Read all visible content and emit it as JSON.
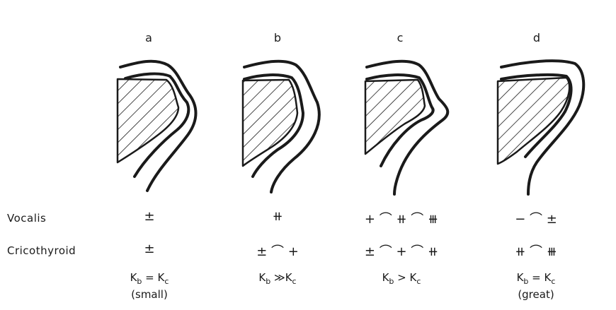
{
  "panels": [
    {
      "letter": "a",
      "vocalis": "±",
      "cricothyroid": "±",
      "relation_main": "= K",
      "relation_sub": "(small)"
    },
    {
      "letter": "b",
      "vocalis": "⧺",
      "cricothyroid": "± ⌒ +",
      "relation_main": "≫K",
      "relation_sub": ""
    },
    {
      "letter": "c",
      "vocalis": "+ ⌒ ⧺ ⌒ ⧻",
      "cricothyroid": "± ⌒ + ⌒ ⧺",
      "relation_main": "> K",
      "relation_sub": ""
    },
    {
      "letter": "d",
      "vocalis": "− ⌒ ±",
      "cricothyroid": "⧺ ⌒ ⧻",
      "relation_main": "= K",
      "relation_sub": "(great)"
    }
  ],
  "row_labels": {
    "vocalis": "Vocalis",
    "cricothyroid": "Cricothyroid"
  },
  "k_symbols": {
    "k": "K",
    "b": "b",
    "c": "c"
  }
}
